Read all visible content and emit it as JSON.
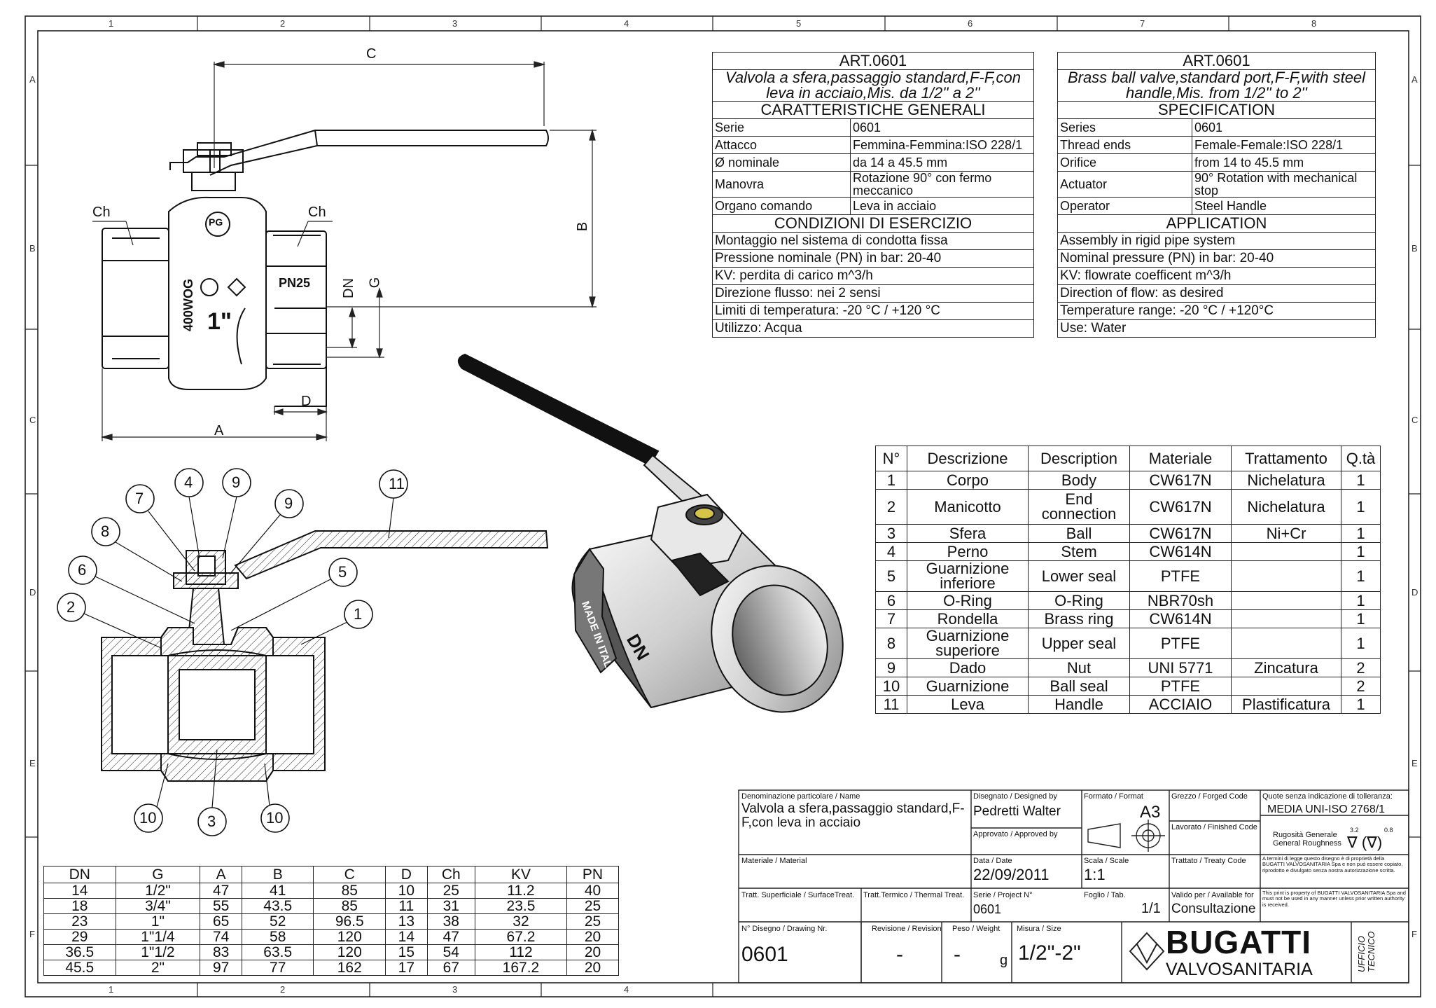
{
  "frame": {
    "columns": [
      "1",
      "2",
      "3",
      "4",
      "5",
      "6",
      "7",
      "8"
    ],
    "rows": [
      "A",
      "B",
      "C",
      "D",
      "E",
      "F"
    ]
  },
  "italian_spec": {
    "art": "ART.0601",
    "title": "Valvola a sfera,passaggio standard,F-F,con leva in acciaio,Mis. da 1/2'' a 2''",
    "section1": "CARATTERISTICHE GENERALI",
    "rows": [
      {
        "k": "Serie",
        "v": "0601"
      },
      {
        "k": "Attacco",
        "v": "Femmina-Femmina:ISO 228/1"
      },
      {
        "k": "Ø nominale",
        "v": "da 14 a 45.5 mm"
      },
      {
        "k": "Manovra",
        "v": "Rotazione 90° con fermo meccanico"
      },
      {
        "k": "Organo comando",
        "v": "Leva in acciaio"
      }
    ],
    "section2": "CONDIZIONI DI ESERCIZIO",
    "lines": [
      "Montaggio nel sistema di condotta fissa",
      "Pressione nominale (PN) in bar: 20-40",
      "KV: perdita di carico m^3/h",
      "Direzione flusso: nei 2 sensi",
      "Limiti di temperatura:  -20 °C / +120 °C",
      "Utilizzo: Acqua"
    ]
  },
  "english_spec": {
    "art": "ART.0601",
    "title": "Brass ball valve,standard port,F-F,with steel handle,Mis. from 1/2'' to 2''",
    "section1": "SPECIFICATION",
    "rows": [
      {
        "k": "Series",
        "v": "0601"
      },
      {
        "k": "Thread ends",
        "v": "Female-Female:ISO 228/1"
      },
      {
        "k": "Orifice",
        "v": "from 14 to 45.5 mm"
      },
      {
        "k": "Actuator",
        "v": "90° Rotation with mechanical stop"
      },
      {
        "k": "Operator",
        "v": "Steel Handle"
      }
    ],
    "section2": "APPLICATION",
    "lines": [
      "Assembly in rigid pipe system",
      "Nominal pressure (PN) in bar: 20-40",
      "KV: flowrate coefficent m^3/h",
      "Direction of flow: as desired",
      "Temperature range: -20 °C  /  +120°C",
      "Use: Water"
    ]
  },
  "parts": {
    "headers": [
      "N°",
      "Descrizione",
      "Description",
      "Materiale",
      "Trattamento",
      "Q.tà"
    ],
    "rows": [
      [
        "1",
        "Corpo",
        "Body",
        "CW617N",
        "Nichelatura",
        "1"
      ],
      [
        "2",
        "Manicotto",
        "End connection",
        "CW617N",
        "Nichelatura",
        "1"
      ],
      [
        "3",
        "Sfera",
        "Ball",
        "CW617N",
        "Ni+Cr",
        "1"
      ],
      [
        "4",
        "Perno",
        "Stem",
        "CW614N",
        "",
        "1"
      ],
      [
        "5",
        "Guarnizione inferiore",
        "Lower seal",
        "PTFE",
        "",
        "1"
      ],
      [
        "6",
        "O-Ring",
        "O-Ring",
        "NBR70sh",
        "",
        "1"
      ],
      [
        "7",
        "Rondella",
        "Brass ring",
        "CW614N",
        "",
        "1"
      ],
      [
        "8",
        "Guarnizione superiore",
        "Upper seal",
        "PTFE",
        "",
        "1"
      ],
      [
        "9",
        "Dado",
        "Nut",
        "UNI 5771",
        "Zincatura",
        "2"
      ],
      [
        "10",
        "Guarnizione",
        "Ball seal",
        "PTFE",
        "",
        "2"
      ],
      [
        "11",
        "Leva",
        "Handle",
        "ACCIAIO",
        "Plastificatura",
        "1"
      ]
    ]
  },
  "dims": {
    "headers": [
      "DN",
      "G",
      "A",
      "B",
      "C",
      "D",
      "Ch",
      "KV",
      "PN"
    ],
    "rows": [
      [
        "14",
        "1/2\"",
        "47",
        "41",
        "85",
        "10",
        "25",
        "11.2",
        "40"
      ],
      [
        "18",
        "3/4\"",
        "55",
        "43.5",
        "85",
        "11",
        "31",
        "23.5",
        "25"
      ],
      [
        "23",
        "1\"",
        "65",
        "52",
        "96.5",
        "13",
        "38",
        "32",
        "25"
      ],
      [
        "29",
        "1\"1/4",
        "74",
        "58",
        "120",
        "14",
        "47",
        "67.2",
        "20"
      ],
      [
        "36.5",
        "1\"1/2",
        "83",
        "63.5",
        "120",
        "15",
        "54",
        "112",
        "20"
      ],
      [
        "45.5",
        "2\"",
        "97",
        "77",
        "162",
        "17",
        "67",
        "167.2",
        "20"
      ]
    ]
  },
  "drawing": {
    "dim_labels": {
      "C": "C",
      "B": "B",
      "DN": "DN",
      "G": "G",
      "D": "D",
      "A": "A",
      "Ch": "Ch"
    },
    "body_marks": {
      "pg": "PG",
      "pn": "PN25",
      "wog": "400WOG",
      "size": "1\""
    },
    "callouts": [
      "1",
      "2",
      "3",
      "4",
      "5",
      "6",
      "7",
      "8",
      "9",
      "9",
      "10",
      "10",
      "11"
    ],
    "iso_marks": {
      "made": "MADE IN ITALY",
      "dn": "DN"
    }
  },
  "title_block": {
    "name_label": "Denominazione particolare / Name",
    "name_value": "Valvola a sfera,passaggio standard,F-F,con leva in acciaio",
    "designed_label": "Disegnato / Designed by",
    "designed_value": "Pedretti Walter",
    "approved_label": "Approvato / Approved by",
    "format_label": "Formato / Format",
    "format_value": "A3",
    "forged_label": "Grezzo / Forged Code",
    "finished_label": "Lavorato / Finished Code",
    "tolerance_label": "Quote senza indicazione di tolleranza:",
    "tolerance_value": "MEDIA UNI-ISO 2768/1",
    "roughness_label": "Rugosità Generale General Roughness",
    "roughness_vals": [
      "3.2",
      "0.8"
    ],
    "material_label": "Materiale / Material",
    "date_label": "Data / Date",
    "date_value": "22/09/2011",
    "scale_label": "Scala / Scale",
    "scale_value": "1:1",
    "treaty_label": "Trattato / Treaty Code",
    "legal_it": "A termini di legge questo disegno è di proprietà della BUGATTI VALVOSANITARIA Spa e non può essere copiato, riprodotto e divulgato senza nostra autorizzazione scritta.",
    "surface_label": "Tratt. Superficiale / SurfaceTreat.",
    "thermal_label": "Tratt.Termico / Thermal Treat.",
    "project_label": "Serie / Project N°",
    "project_value": "0601",
    "sheet_label": "Foglio / Tab.",
    "sheet_value": "1/1",
    "valid_label": "Valido per / Available for",
    "valid_value": "Consultazione",
    "legal_en": "This print is property of BUGATTI VALVOSANITARIA Spa and must not be used in any manner unless prior written authority is received.",
    "drawing_label": "N° Disegno / Drawing Nr.",
    "drawing_value": "0601",
    "revision_label": "Revisione / Revision",
    "revision_value": "-",
    "weight_label": "Peso / Weight",
    "weight_value": "-",
    "weight_unit": "g",
    "size_label": "Misura / Size",
    "size_value": "1/2\"-2\"",
    "brand": "BUGATTI",
    "brand_sub": "VALVOSANITARIA",
    "office": "UFFICIO TECNICO"
  }
}
